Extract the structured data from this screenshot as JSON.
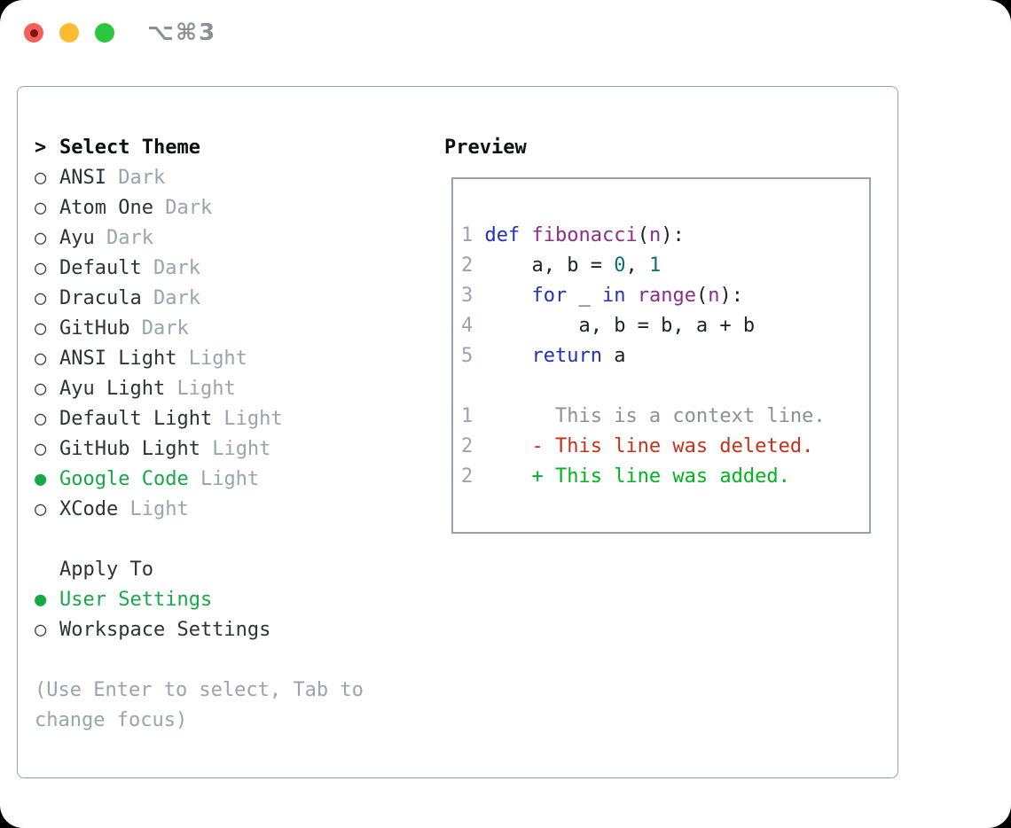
{
  "window": {
    "title": "⌥⌘3",
    "traffic_lights": [
      {
        "name": "close",
        "color": "#f55f57"
      },
      {
        "name": "minimize",
        "color": "#fdbc2f"
      },
      {
        "name": "zoom",
        "color": "#2dc63f"
      }
    ]
  },
  "markers": {
    "focused": ">",
    "selected": "●",
    "unselected": "○"
  },
  "dialog": {
    "select_theme": {
      "marker": ">",
      "title": "Select Theme",
      "themes": [
        {
          "name": "ANSI",
          "variant": "Dark",
          "selected": false
        },
        {
          "name": "Atom One",
          "variant": "Dark",
          "selected": false
        },
        {
          "name": "Ayu",
          "variant": "Dark",
          "selected": false
        },
        {
          "name": "Default",
          "variant": "Dark",
          "selected": false
        },
        {
          "name": "Dracula",
          "variant": "Dark",
          "selected": false
        },
        {
          "name": "GitHub",
          "variant": "Dark",
          "selected": false
        },
        {
          "name": "ANSI Light",
          "variant": "Light",
          "selected": false
        },
        {
          "name": "Ayu Light",
          "variant": "Light",
          "selected": false
        },
        {
          "name": "Default Light",
          "variant": "Light",
          "selected": false
        },
        {
          "name": "GitHub Light",
          "variant": "Light",
          "selected": false
        },
        {
          "name": "Google Code",
          "variant": "Light",
          "selected": true
        },
        {
          "name": "XCode",
          "variant": "Light",
          "selected": false
        }
      ]
    },
    "apply_to": {
      "title": "Apply To",
      "options": [
        {
          "label": "User Settings",
          "selected": true
        },
        {
          "label": "Workspace Settings",
          "selected": false
        }
      ]
    },
    "help_lines": [
      "(Use Enter to select, Tab to",
      "change focus)"
    ],
    "preview": {
      "title": "Preview",
      "code_lines": [
        [
          {
            "c": "ln",
            "t": "1 "
          },
          {
            "c": "kw",
            "t": "def"
          },
          {
            "c": "pl",
            "t": " "
          },
          {
            "c": "fn",
            "t": "fibonacci"
          },
          {
            "c": "pl",
            "t": "("
          },
          {
            "c": "fn",
            "t": "n"
          },
          {
            "c": "pl",
            "t": "):"
          }
        ],
        [
          {
            "c": "ln",
            "t": "2 "
          },
          {
            "c": "pl",
            "t": "    a, b = "
          },
          {
            "c": "num",
            "t": "0"
          },
          {
            "c": "pl",
            "t": ", "
          },
          {
            "c": "num",
            "t": "1"
          }
        ],
        [
          {
            "c": "ln",
            "t": "3 "
          },
          {
            "c": "pl",
            "t": "    "
          },
          {
            "c": "kw",
            "t": "for"
          },
          {
            "c": "pl",
            "t": " _ "
          },
          {
            "c": "kw",
            "t": "in"
          },
          {
            "c": "pl",
            "t": " "
          },
          {
            "c": "fn",
            "t": "range"
          },
          {
            "c": "pl",
            "t": "("
          },
          {
            "c": "fn",
            "t": "n"
          },
          {
            "c": "pl",
            "t": "):"
          }
        ],
        [
          {
            "c": "ln",
            "t": "4 "
          },
          {
            "c": "pl",
            "t": "        a, b = b, a + b"
          }
        ],
        [
          {
            "c": "ln",
            "t": "5 "
          },
          {
            "c": "pl",
            "t": "    "
          },
          {
            "c": "kw",
            "t": "return"
          },
          {
            "c": "pl",
            "t": " a"
          }
        ],
        [],
        [
          {
            "c": "ln",
            "t": "1 "
          },
          {
            "c": "ctx",
            "t": "      This is a context line."
          }
        ],
        [
          {
            "c": "ln",
            "t": "2 "
          },
          {
            "c": "del",
            "t": "    - This line was deleted."
          }
        ],
        [
          {
            "c": "ln",
            "t": "2 "
          },
          {
            "c": "add",
            "t": "    + This line was added."
          }
        ]
      ]
    }
  },
  "colors": {
    "selection_green": "#17a946",
    "variant_gray": "#9aa3ae",
    "keyword_blue": "#2231b8",
    "function_purple": "#8c2d8c",
    "number_teal": "#0d7171",
    "context_gray": "#8b9199",
    "deleted_red": "#c53018",
    "added_green": "#00b41e",
    "border_gray": "#99a1ab",
    "title_gray": "#8d9096"
  }
}
